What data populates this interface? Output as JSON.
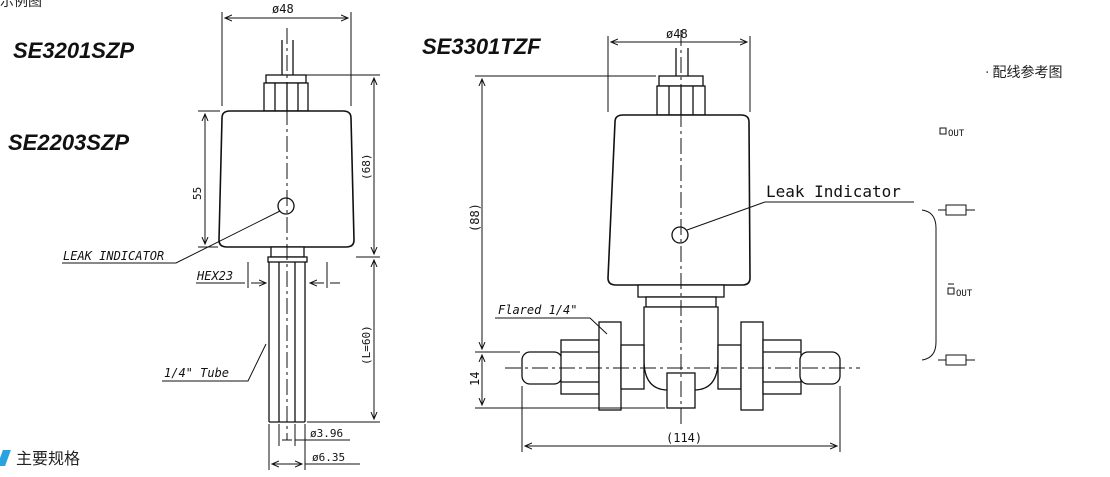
{
  "models": {
    "left_top": "SE3201SZP",
    "left_bottom": "SE2203SZP",
    "right": "SE3301TZF"
  },
  "labels": {
    "top_header": "示例图",
    "wiring_ref": "配线参考图",
    "section_title": "主要规格"
  },
  "left_drawing": {
    "dia_top": "ø48",
    "height_body": "55",
    "height_total": "(68)",
    "leak_indicator": "LEAK INDICATOR",
    "hex": "HEX23",
    "length": "(L=60)",
    "tube": "1/4\" Tube",
    "dia_inner": "ø3.96",
    "dia_outer": "ø6.35"
  },
  "right_drawing": {
    "dia_top": "ø48",
    "leak_indicator": "Leak Indicator",
    "height_total": "(88)",
    "flared": "Flared 1/4\"",
    "height_base": "14",
    "width_total": "(114)"
  },
  "wiring": {
    "out": "OUT",
    "out_bar": "OUT"
  },
  "colors": {
    "line": "#111111",
    "body_fill": "#ffffff",
    "accent": "#29a3df"
  }
}
